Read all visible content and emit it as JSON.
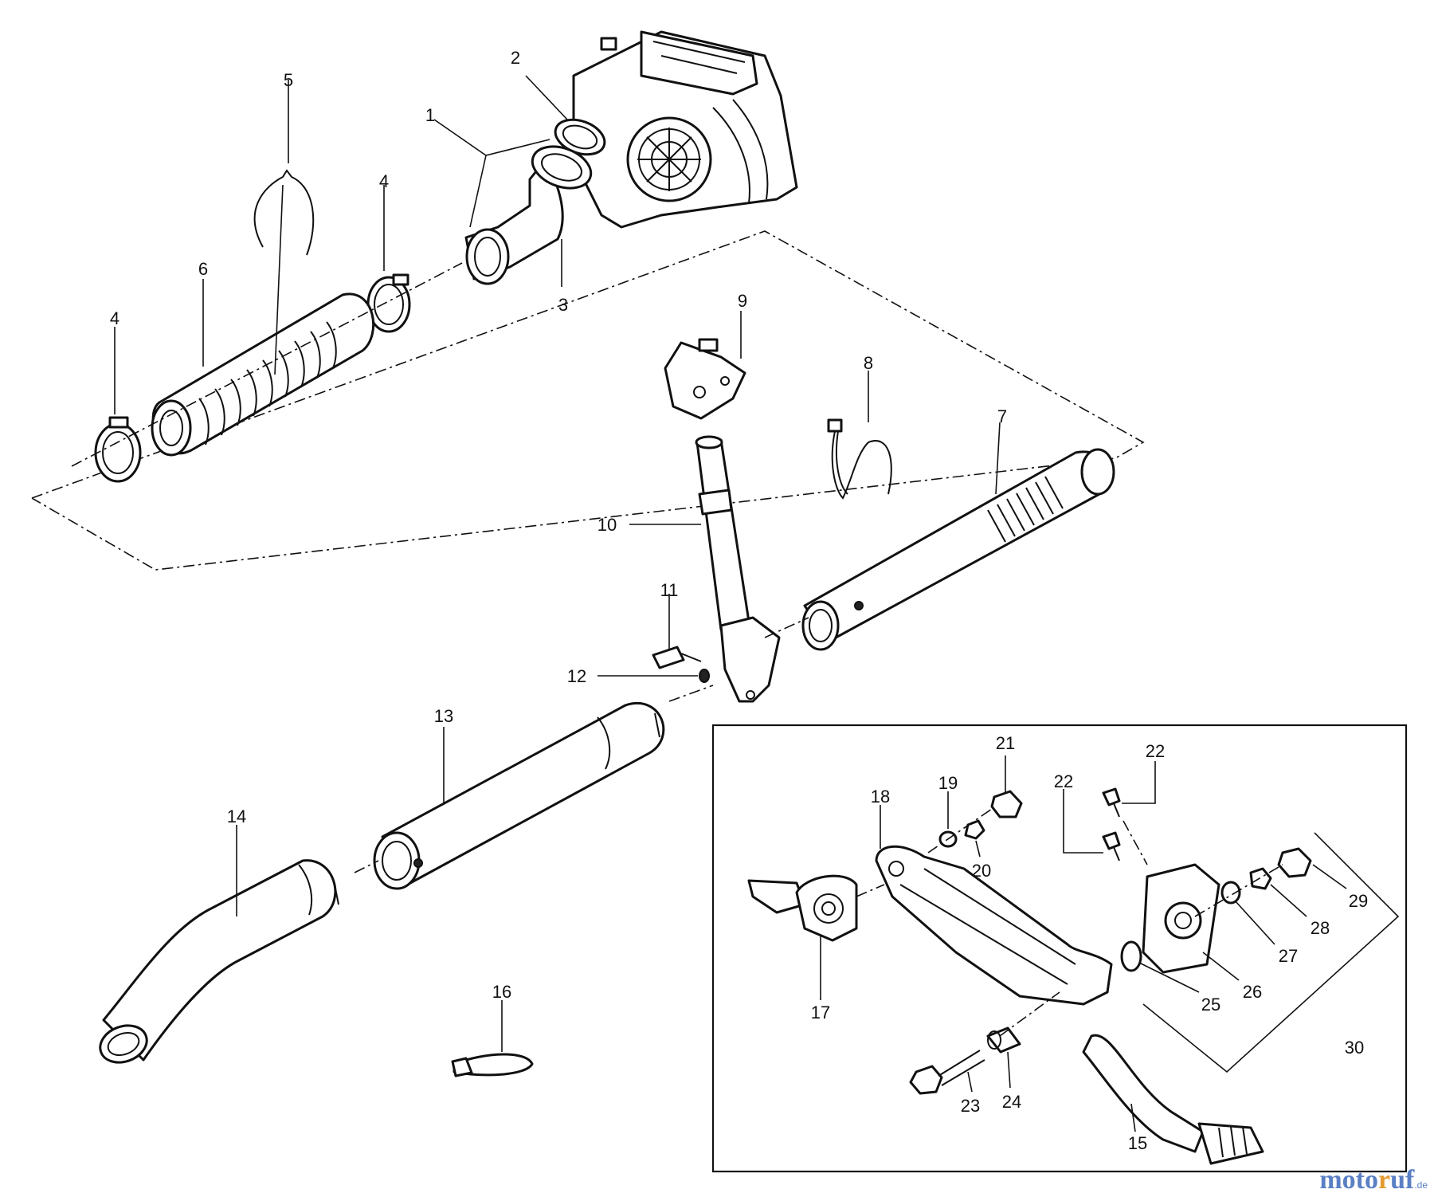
{
  "diagram": {
    "callouts": [
      {
        "id": "c1",
        "text": "1"
      },
      {
        "id": "c2",
        "text": "2"
      },
      {
        "id": "c3",
        "text": "3"
      },
      {
        "id": "c4a",
        "text": "4"
      },
      {
        "id": "c4b",
        "text": "4"
      },
      {
        "id": "c5",
        "text": "5"
      },
      {
        "id": "c6",
        "text": "6"
      },
      {
        "id": "c7",
        "text": "7"
      },
      {
        "id": "c8",
        "text": "8"
      },
      {
        "id": "c9",
        "text": "9"
      },
      {
        "id": "c10",
        "text": "10"
      },
      {
        "id": "c11",
        "text": "11"
      },
      {
        "id": "c12",
        "text": "12"
      },
      {
        "id": "c13",
        "text": "13"
      },
      {
        "id": "c14",
        "text": "14"
      },
      {
        "id": "c15",
        "text": "15"
      },
      {
        "id": "c16",
        "text": "16"
      },
      {
        "id": "c17",
        "text": "17"
      },
      {
        "id": "c18",
        "text": "18"
      },
      {
        "id": "c19",
        "text": "19"
      },
      {
        "id": "c20",
        "text": "20"
      },
      {
        "id": "c21",
        "text": "21"
      },
      {
        "id": "c22a",
        "text": "22"
      },
      {
        "id": "c22b",
        "text": "22"
      },
      {
        "id": "c23",
        "text": "23"
      },
      {
        "id": "c24",
        "text": "24"
      },
      {
        "id": "c25",
        "text": "25"
      },
      {
        "id": "c26",
        "text": "26"
      },
      {
        "id": "c27",
        "text": "27"
      },
      {
        "id": "c28",
        "text": "28"
      },
      {
        "id": "c29",
        "text": "29"
      },
      {
        "id": "c30",
        "text": "30"
      }
    ]
  },
  "watermark": {
    "part_a": "moto",
    "part_b": "r",
    "part_c": "uf",
    "tld": ".de",
    "colors": {
      "blue": "#5a7fc4",
      "orange": "#e39a2d"
    }
  }
}
